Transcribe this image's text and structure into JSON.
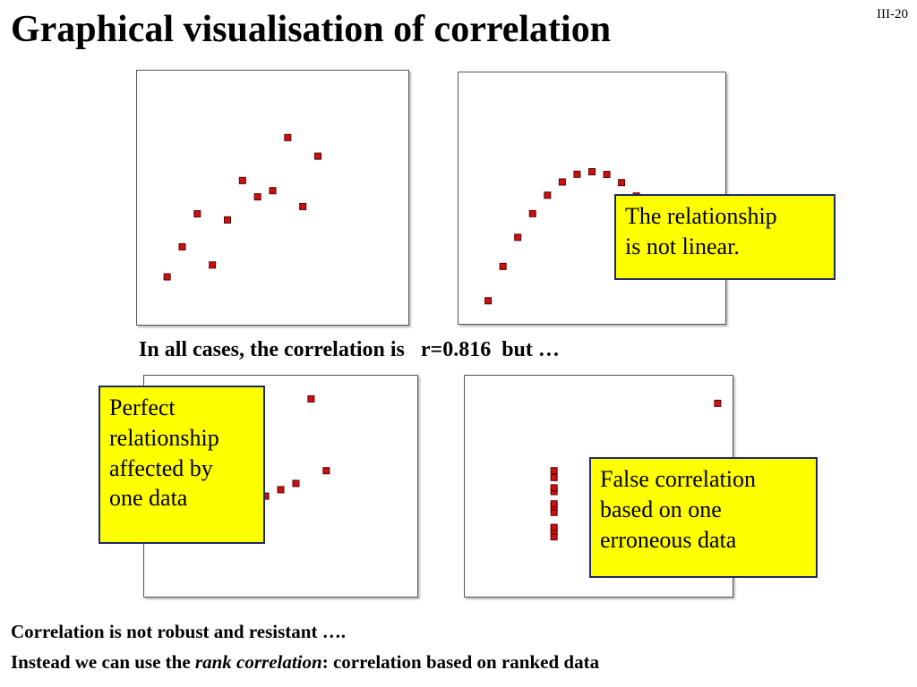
{
  "slide": {
    "number": "III-20",
    "title": "Graphical visualisation of correlation",
    "caption": "In all cases, the correlation is   r=0.816  but …",
    "footer": {
      "line1": "Correlation is not robust and resistant ….",
      "line2_prefix": "Instead we can use the ",
      "line2_italic": "rank correlation",
      "line2_suffix": ": correlation based on ranked data"
    }
  },
  "notes": {
    "nonlinear": [
      "The relationship",
      "is not linear."
    ],
    "outlier": [
      "Perfect",
      "relationship",
      "affected by",
      "one data"
    ],
    "false_corr": [
      "False correlation",
      "based on one",
      "erroneous data"
    ]
  },
  "colors": {
    "marker_fill": "#cc1111",
    "marker_stroke": "#550000",
    "note_bg": "#ffff00",
    "note_border": "#1f2a6b"
  },
  "chart_data": [
    {
      "type": "scatter",
      "xlim": [
        2,
        20
      ],
      "ylim": [
        2,
        14
      ],
      "points": [
        [
          4,
          4.26
        ],
        [
          5,
          5.68
        ],
        [
          6,
          7.24
        ],
        [
          7,
          4.82
        ],
        [
          8,
          6.95
        ],
        [
          9,
          8.81
        ],
        [
          10,
          8.04
        ],
        [
          11,
          8.33
        ],
        [
          12,
          10.84
        ],
        [
          13,
          7.58
        ],
        [
          14,
          9.96
        ]
      ]
    },
    {
      "type": "scatter",
      "xlim": [
        2,
        20
      ],
      "ylim": [
        2,
        14
      ],
      "points": [
        [
          4,
          3.1
        ],
        [
          5,
          4.74
        ],
        [
          6,
          6.13
        ],
        [
          7,
          7.26
        ],
        [
          8,
          8.14
        ],
        [
          9,
          8.77
        ],
        [
          10,
          9.14
        ],
        [
          11,
          9.26
        ],
        [
          12,
          9.13
        ],
        [
          13,
          8.74
        ],
        [
          14,
          8.1
        ]
      ]
    },
    {
      "type": "scatter",
      "xlim": [
        2,
        20
      ],
      "ylim": [
        2,
        14
      ],
      "points": [
        [
          4,
          5.39
        ],
        [
          5,
          5.73
        ],
        [
          6,
          6.08
        ],
        [
          7,
          6.42
        ],
        [
          8,
          6.77
        ],
        [
          9,
          7.11
        ],
        [
          10,
          7.46
        ],
        [
          11,
          7.81
        ],
        [
          12,
          8.15
        ],
        [
          13,
          12.74
        ],
        [
          14,
          8.84
        ]
      ]
    },
    {
      "type": "scatter",
      "xlim": [
        2,
        20
      ],
      "ylim": [
        2,
        14
      ],
      "points": [
        [
          8,
          5.25
        ],
        [
          8,
          5.56
        ],
        [
          8,
          5.76
        ],
        [
          8,
          6.58
        ],
        [
          8,
          6.89
        ],
        [
          8,
          7.04
        ],
        [
          8,
          7.71
        ],
        [
          8,
          7.91
        ],
        [
          8,
          8.47
        ],
        [
          8,
          8.84
        ],
        [
          19,
          12.5
        ]
      ]
    }
  ]
}
